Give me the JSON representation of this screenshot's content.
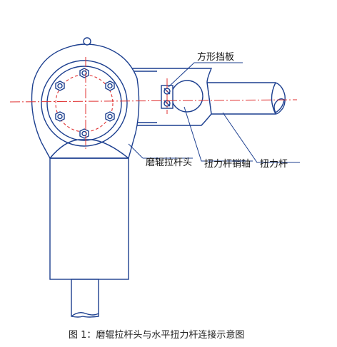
{
  "labels": {
    "square_stop_plate": "方形挡板",
    "grinding_roll_pull_rod_head": "磨辊拉杆头",
    "torque_rod_pin": "扭力杆销轴",
    "torque_rod": "扭力杆"
  },
  "caption": "图 1：磨辊拉杆头与水平扭力杆连接示意图",
  "colors": {
    "line": "#1c3f8f",
    "centerline": "#e03030"
  }
}
